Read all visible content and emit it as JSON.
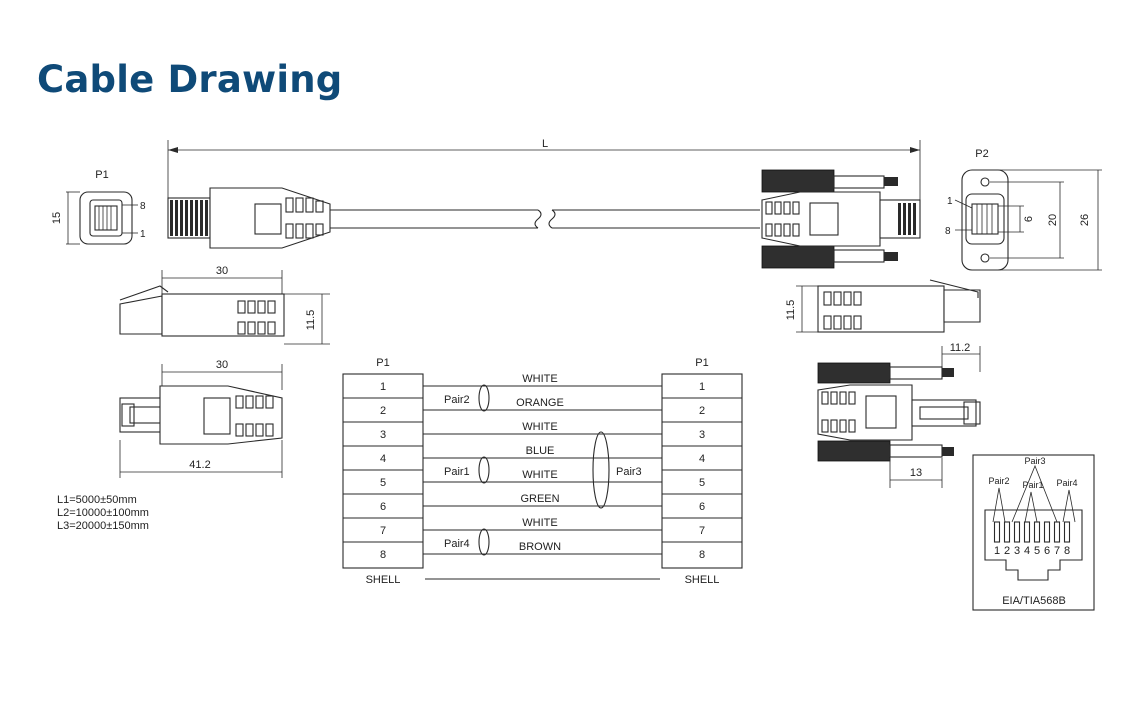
{
  "title": "Cable Drawing",
  "top_view": {
    "length_label": "L",
    "p1_label": "P1",
    "p2_label": "P2",
    "p1_dim_height": "15",
    "p1_pin_top": "8",
    "p1_pin_bottom": "1",
    "p2_pin_top": "1",
    "p2_pin_bottom": "8",
    "p2_dim_inner": "6",
    "p2_dim_mid": "20",
    "p2_dim_outer": "26"
  },
  "side_views": {
    "left_side_width": "30",
    "left_side_height": "11.5",
    "left_top_width": "30",
    "left_top_length": "41.2",
    "right_side_height": "11.5",
    "right_top_width": "11.2",
    "right_top_offset": "13"
  },
  "length_options": [
    "L1=5000±50mm",
    "L2=10000±100mm",
    "L3=20000±150mm"
  ],
  "wiring": {
    "left_header": "P1",
    "right_header": "P1",
    "pins": [
      "1",
      "2",
      "3",
      "4",
      "5",
      "6",
      "7",
      "8"
    ],
    "wire_colors": [
      "WHITE",
      "ORANGE",
      "WHITE",
      "BLUE",
      "WHITE",
      "GREEN",
      "WHITE",
      "BROWN"
    ],
    "pair_labels": [
      "Pair2",
      "Pair1",
      "Pair3",
      "Pair4"
    ],
    "shell_left": "SHELL",
    "shell_right": "SHELL"
  },
  "pinout": {
    "pair_labels": [
      "Pair3",
      "Pair2",
      "Pair1",
      "Pair4"
    ],
    "pins": [
      "1",
      "2",
      "3",
      "4",
      "5",
      "6",
      "7",
      "8"
    ],
    "standard": "EIA/TIA568B"
  }
}
